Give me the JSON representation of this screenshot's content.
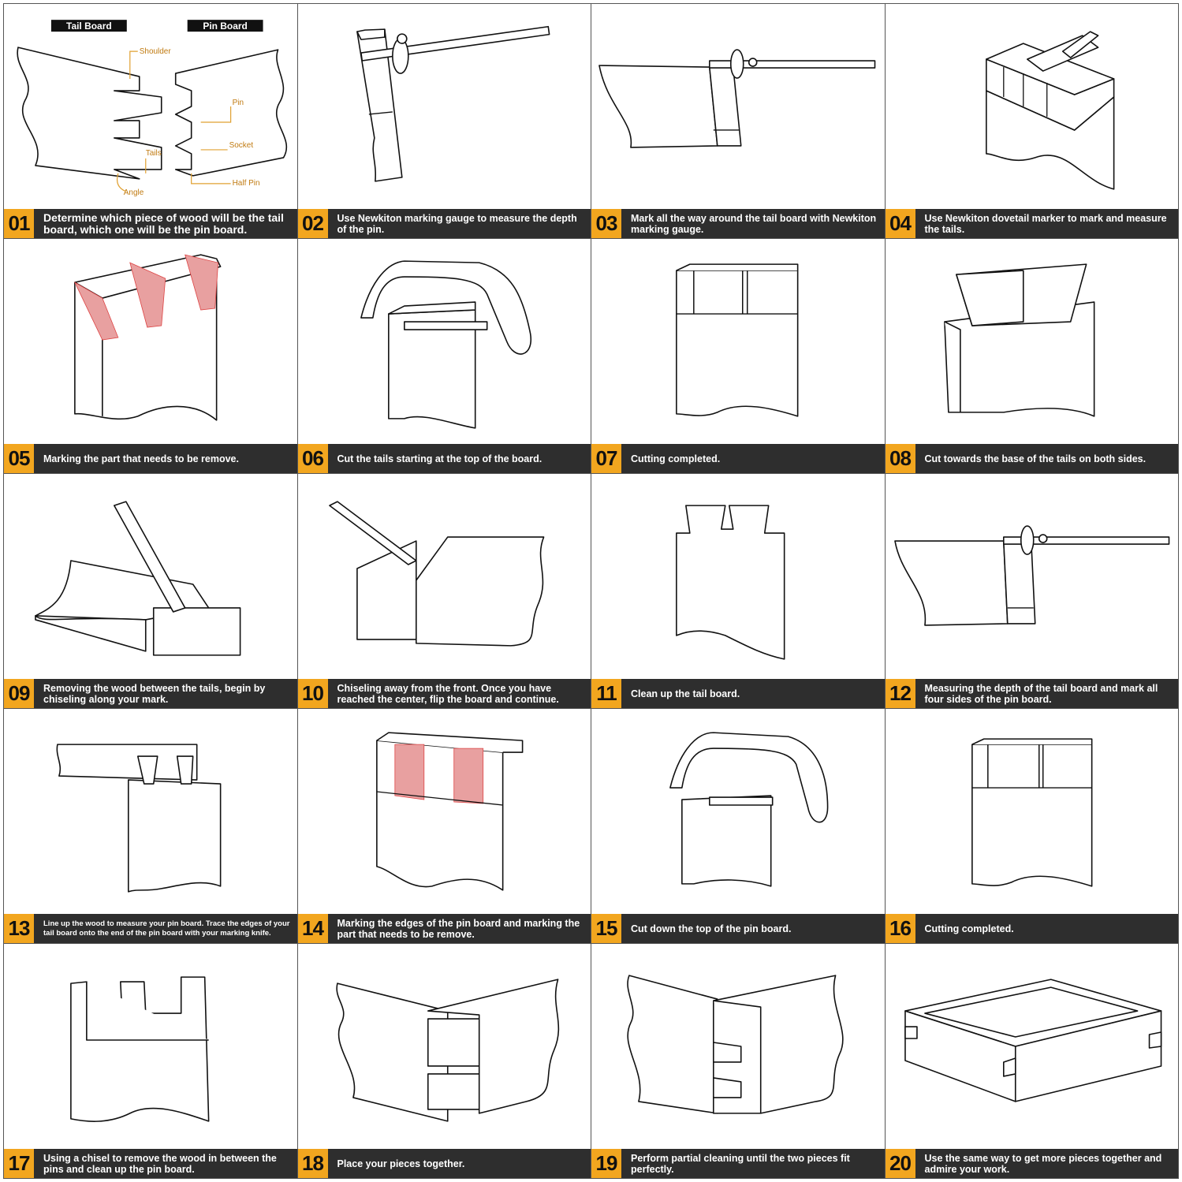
{
  "labels": {
    "tail_board": "Tail Board",
    "pin_board": "Pin Board",
    "shoulder": "Shoulder",
    "pin": "Pin",
    "socket": "Socket",
    "tails": "Tails",
    "angle": "Angle",
    "half_pin": "Half Pin"
  },
  "steps": [
    {
      "num": "01",
      "text": "Determine which piece of wood will be the tail board, which one will be the pin board."
    },
    {
      "num": "02",
      "text": "Use Newkiton marking gauge to measure the depth of the pin."
    },
    {
      "num": "03",
      "text": "Mark all the way around the tail board with Newkiton marking gauge."
    },
    {
      "num": "04",
      "text": "Use Newkiton dovetail marker to mark and measure the tails."
    },
    {
      "num": "05",
      "text": "Marking the part that needs to be remove."
    },
    {
      "num": "06",
      "text": "Cut the tails starting at the top of the board."
    },
    {
      "num": "07",
      "text": "Cutting completed."
    },
    {
      "num": "08",
      "text": "Cut towards the base of the tails on both sides."
    },
    {
      "num": "09",
      "text": "Removing the wood between the tails, begin by chiseling along your mark."
    },
    {
      "num": "10",
      "text": "Chiseling away from the front. Once you have reached the center, flip the board and continue."
    },
    {
      "num": "11",
      "text": "Clean up the tail board."
    },
    {
      "num": "12",
      "text": "Measuring the depth of the tail board and mark all four sides of the pin board."
    },
    {
      "num": "13",
      "text": "Line up the wood to measure your pin board. Trace the edges of your tail board onto the end of the pin board with your marking knife."
    },
    {
      "num": "14",
      "text": "Marking the edges of the pin board and marking the part that needs to be remove."
    },
    {
      "num": "15",
      "text": "Cut down the top of the pin board."
    },
    {
      "num": "16",
      "text": "Cutting completed."
    },
    {
      "num": "17",
      "text": "Using a chisel to remove the wood in between the pins and clean up the pin board."
    },
    {
      "num": "18",
      "text": "Place your pieces together."
    },
    {
      "num": "19",
      "text": "Perform partial cleaning until the two pieces fit perfectly."
    },
    {
      "num": "20",
      "text": "Use the same way to get more pieces together and admire your work."
    }
  ]
}
